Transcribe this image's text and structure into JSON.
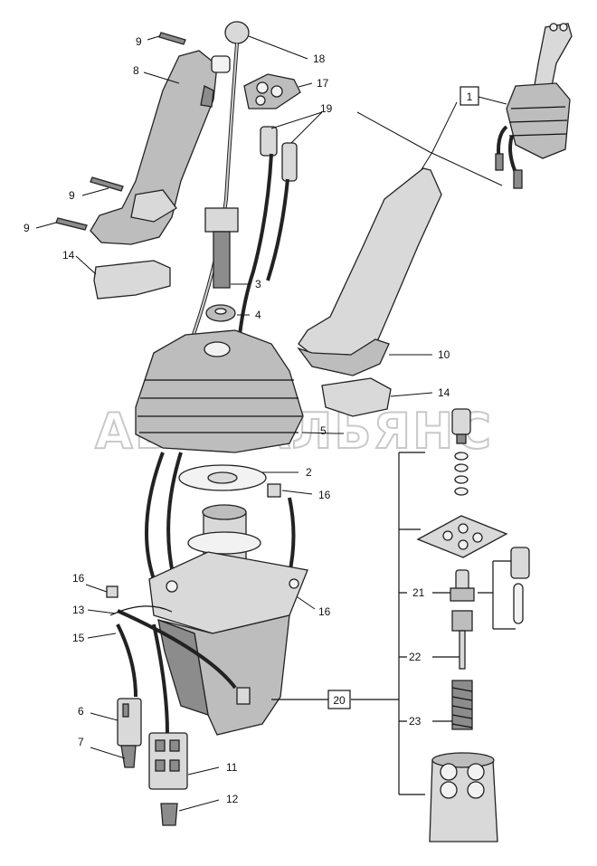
{
  "watermark": "АВТОАЛЬЯНС",
  "callouts": {
    "c1": "1",
    "c2": "2",
    "c3": "3",
    "c4": "4",
    "c5": "5",
    "c6": "6",
    "c7": "7",
    "c8": "8",
    "c9a": "9",
    "c9b": "9",
    "c9c": "9",
    "c10": "10",
    "c11": "11",
    "c12": "12",
    "c13": "13",
    "c14a": "14",
    "c14b": "14",
    "c15": "15",
    "c16a": "16",
    "c16b": "16",
    "c16c": "16",
    "c17": "17",
    "c18": "18",
    "c19": "19",
    "c20": "20",
    "c21": "21",
    "c22": "22",
    "c23": "23"
  }
}
